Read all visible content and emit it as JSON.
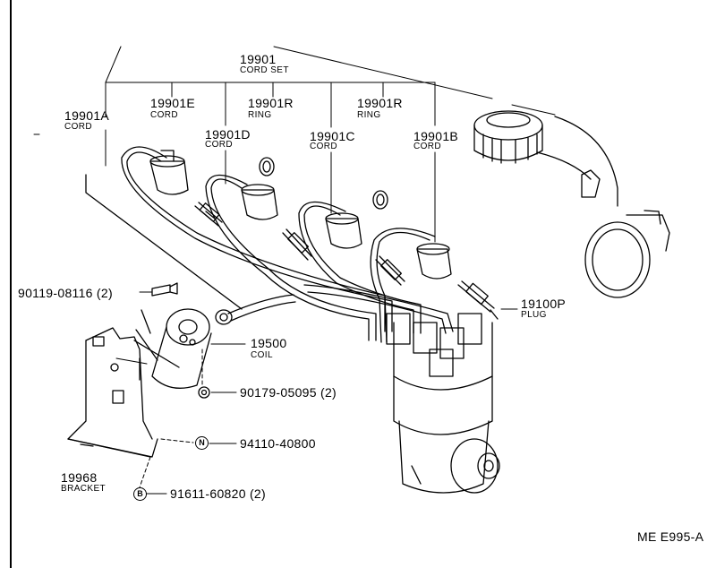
{
  "drawing_code": "ME E995-A",
  "parts": {
    "cord_set": {
      "number": "19901",
      "name": "CORD SET"
    },
    "cord_a": {
      "number": "19901A",
      "name": "CORD"
    },
    "cord_e": {
      "number": "19901E",
      "name": "CORD"
    },
    "cord_d": {
      "number": "19901D",
      "name": "CORD"
    },
    "ring_1": {
      "number": "19901R",
      "name": "RING"
    },
    "cord_c": {
      "number": "19901C",
      "name": "CORD"
    },
    "ring_2": {
      "number": "19901R",
      "name": "RING"
    },
    "cord_b": {
      "number": "19901B",
      "name": "CORD"
    },
    "plug": {
      "number": "19100P",
      "name": "PLUG"
    },
    "coil": {
      "number": "19500",
      "name": "COIL"
    },
    "bracket": {
      "number": "19968",
      "name": "BRACKET"
    },
    "bolt": {
      "number": "90119-08116 (2)"
    },
    "coil_nut": {
      "number": "90179-05095 (2)"
    },
    "nut_n": {
      "number": "94110-40800",
      "marker": "N"
    },
    "bolt_b": {
      "number": "91611-60820 (2)",
      "marker": "B"
    }
  }
}
